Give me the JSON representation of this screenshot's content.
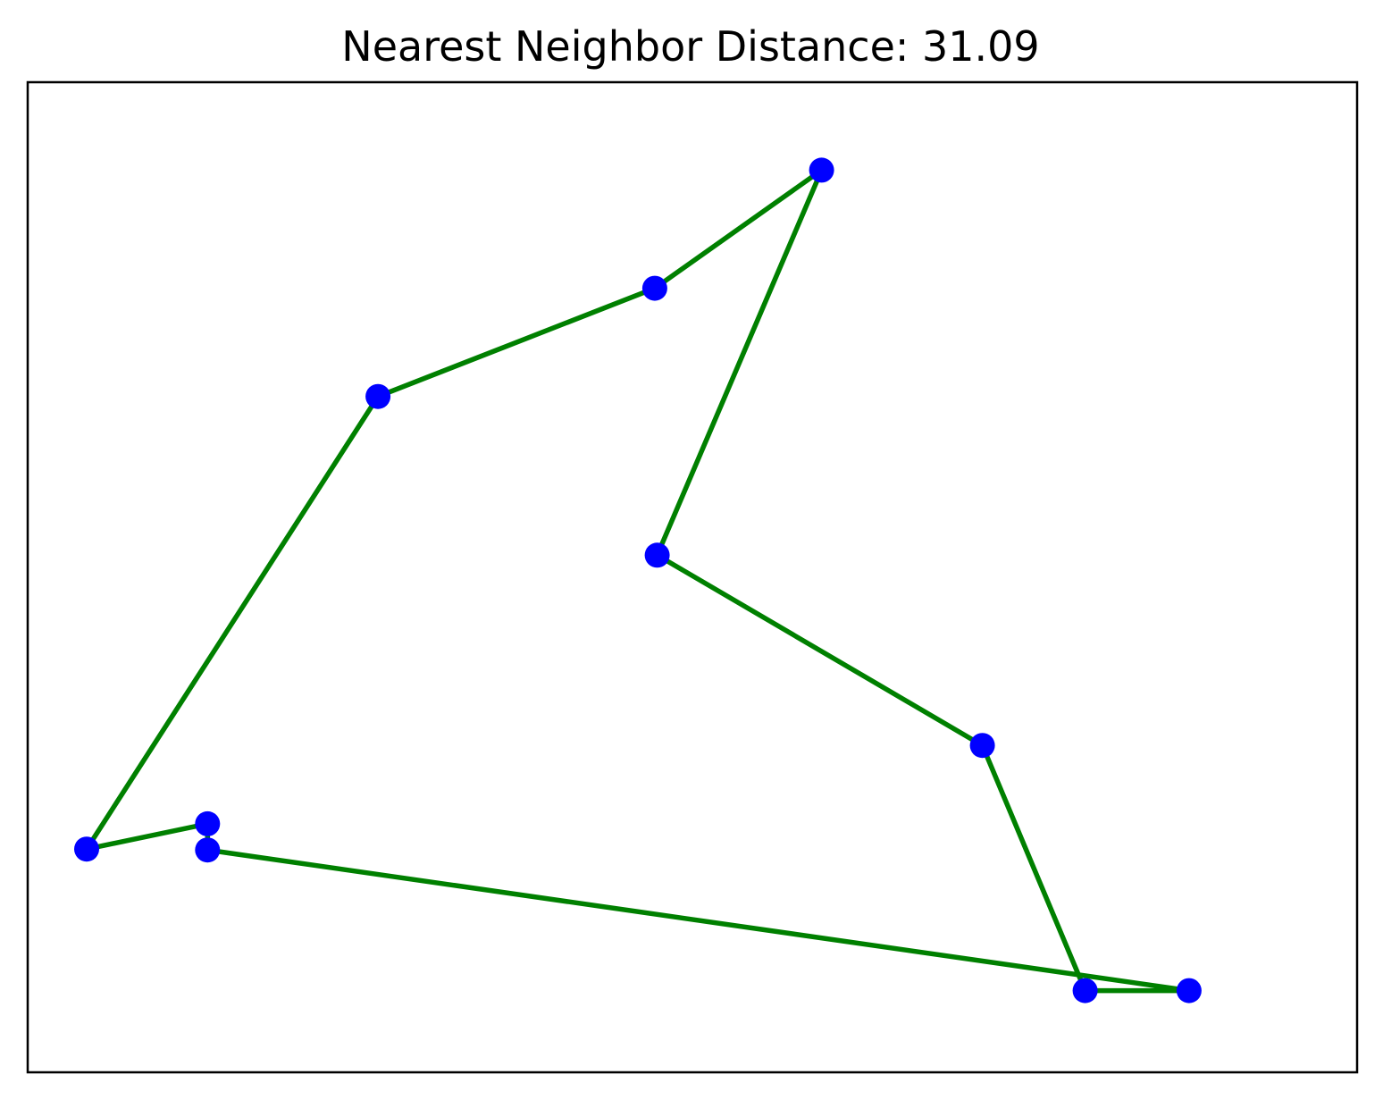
{
  "chart_data": {
    "type": "line",
    "title": "Nearest Neighbor Distance: 31.09",
    "xlabel": "",
    "ylabel": "",
    "xlim": [
      0,
      100
    ],
    "ylim": [
      0,
      100
    ],
    "axes_ticks_visible": false,
    "grid": false,
    "legend": "none",
    "line_color": "#008000",
    "marker_color": "#0000ff",
    "series": [
      {
        "points": [
          {
            "x": 82.6,
            "y": 4.3
          },
          {
            "x": 74.1,
            "y": 31.5
          },
          {
            "x": 47.2,
            "y": 52.6
          },
          {
            "x": 60.8,
            "y": 95.3
          },
          {
            "x": 47.0,
            "y": 82.2
          },
          {
            "x": 24.1,
            "y": 70.2
          },
          {
            "x": 0.0,
            "y": 20.0
          },
          {
            "x": 10.0,
            "y": 22.8
          },
          {
            "x": 10.0,
            "y": 19.9
          },
          {
            "x": 91.2,
            "y": 4.3
          }
        ]
      }
    ]
  }
}
